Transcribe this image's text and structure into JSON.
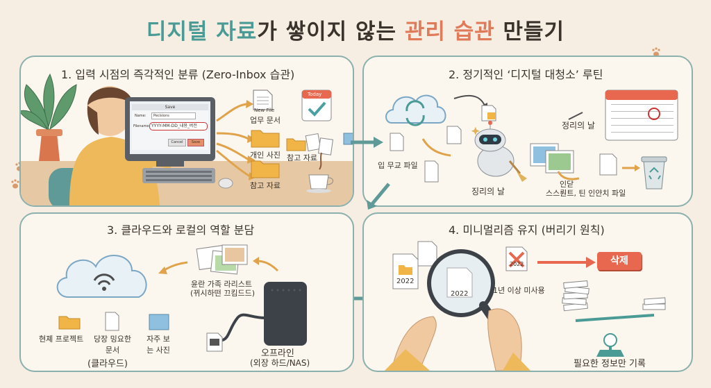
{
  "title": {
    "part1": "디지털 자료",
    "part2": "가 쌓이지 않는 ",
    "part3": "관리 습관",
    "part4": " 만들기"
  },
  "panel1": {
    "title": "1. 입력 시점의 즉각적인 분류 (Zero-Inbox 습관)",
    "dialog": {
      "header": "Save",
      "name_label": "Name:",
      "name_value": "Pecisions",
      "filename_label": "Filename:",
      "filename_value": "YYYY-MM-DD_내용_버전",
      "cancel": "Cancel",
      "save": "Save"
    },
    "new_file": "New File",
    "today": "Today",
    "folders": [
      "업무 문서",
      "개인 사진",
      "참고 자료",
      "참고 자료"
    ]
  },
  "panel2": {
    "title": "2. 정기적인 ‘디지털 대청소’ 루틴",
    "labels": [
      "입 무교 파일",
      "정리의 날",
      "징리의 날",
      "인닫",
      "스스뤈트, 틴 인얀치 파일"
    ]
  },
  "panel3": {
    "title": "3. 클라우드와 로컬의 역할 분담",
    "photo_caption": [
      "윤란 가족 라리스트",
      "(뀌시하떤 끄킴드드)"
    ],
    "cloud_items": [
      "현졔 프로젝트",
      "당장 밍요한 문서",
      "자주 보는 사진"
    ],
    "cloud_label": "(클라우드)",
    "offline": [
      "오프라인",
      "(외장 하드/NAS)"
    ]
  },
  "panel4": {
    "title": "4. 미니멀리즘 유지 (버리기 원칙)",
    "years": [
      "2022",
      "2022",
      "2022"
    ],
    "rule": "1년 이상 미사용",
    "delete": "삭제",
    "record": "필요한 정보만 기록"
  },
  "colors": {
    "teal": "#4a9a95",
    "coral": "#e07b5a",
    "panel_border": "#8bb0ad",
    "background": "#f6eee2"
  }
}
